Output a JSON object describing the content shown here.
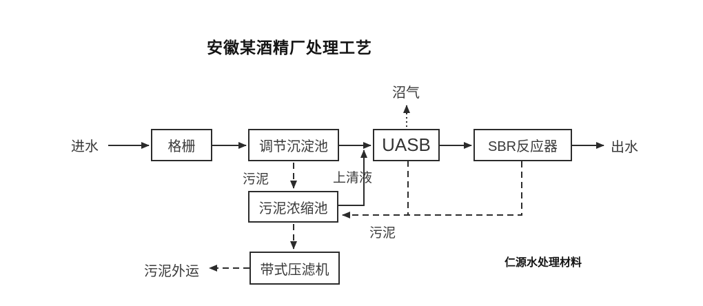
{
  "diagram": {
    "title": "安徽某酒精厂处理工艺",
    "watermark": "仁源水处理材料",
    "boxes": {
      "grid": "格栅",
      "regulating_sedimentation_tank": "调节沉淀池",
      "uasb": "UASB",
      "sbr_reactor": "SBR反应器",
      "sludge_thickening_tank": "污泥浓缩池",
      "belt_filter_press": "带式压滤机"
    },
    "terminals": {
      "influent": "进水",
      "effluent": "出水",
      "biogas": "沼气",
      "sludge_outbound": "污泥外运"
    },
    "flow_labels": {
      "sludge_top": "污泥",
      "supernatant": "上清液",
      "sludge_return": "污泥"
    },
    "colors": {
      "line": "#2b2b2b",
      "box_border": "#2b2b2b",
      "label_text": "#3a3a3a",
      "title_text": "#141414",
      "background": "#ffffff"
    }
  }
}
